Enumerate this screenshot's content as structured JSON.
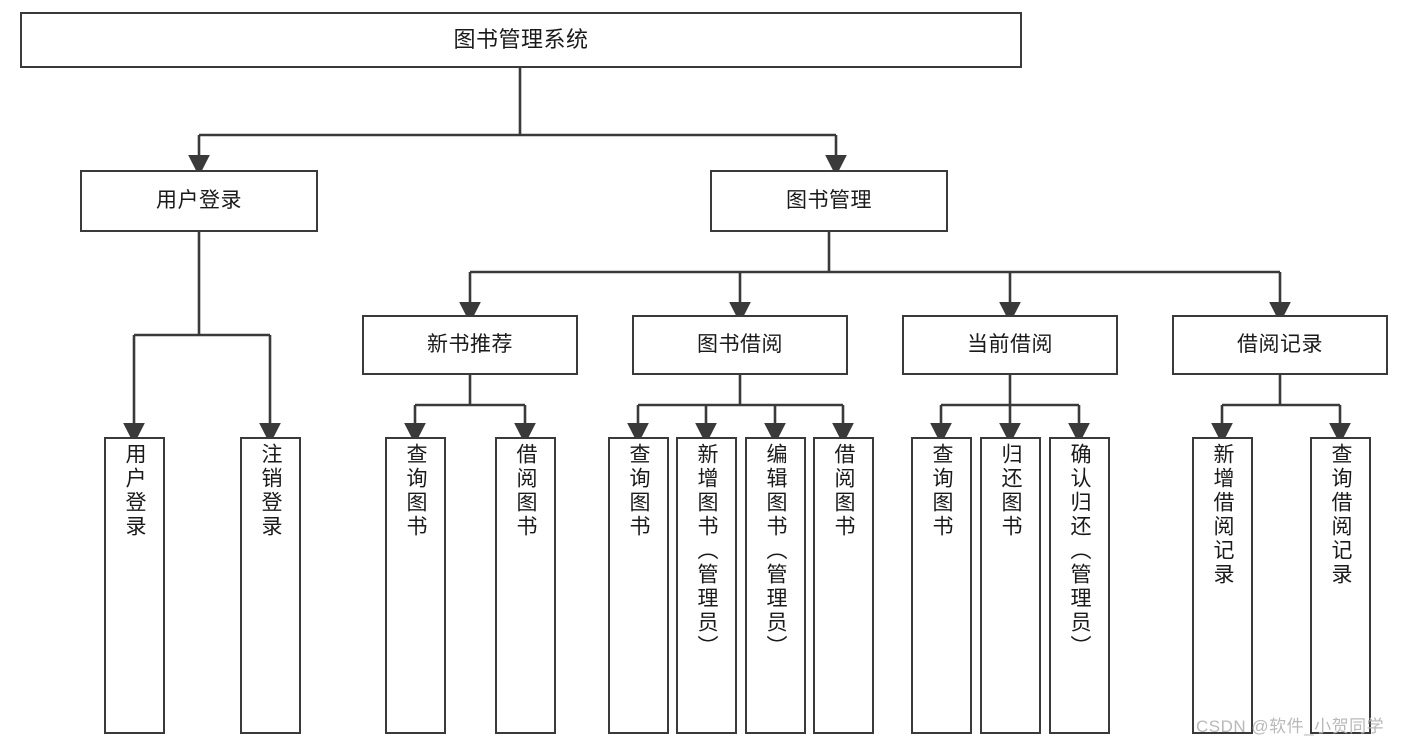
{
  "diagram": {
    "title": "图书管理系统",
    "watermark": "CSDN @软件_小贺同学",
    "nodes": {
      "root": {
        "label": "图书管理系统"
      },
      "level2": [
        {
          "id": "user-login",
          "label": "用户登录"
        },
        {
          "id": "book-management",
          "label": "图书管理"
        }
      ],
      "level3": [
        {
          "id": "new-book-recommend",
          "label": "新书推荐"
        },
        {
          "id": "book-borrow",
          "label": "图书借阅"
        },
        {
          "id": "current-borrow",
          "label": "当前借阅"
        },
        {
          "id": "borrow-record",
          "label": "借阅记录"
        }
      ],
      "leaves": {
        "user_login": [
          {
            "id": "leaf-user-login",
            "label": "用户登录"
          },
          {
            "id": "leaf-logout-login",
            "label": "注销登录"
          }
        ],
        "new_book_recommend": [
          {
            "id": "leaf-query-book-1",
            "label": "查询图书"
          },
          {
            "id": "leaf-borrow-book-1",
            "label": "借阅图书"
          }
        ],
        "book_borrow": [
          {
            "id": "leaf-query-book-2",
            "label": "查询图书"
          },
          {
            "id": "leaf-add-book",
            "label": "新增图书（管理员）"
          },
          {
            "id": "leaf-edit-book",
            "label": "编辑图书（管理员）"
          },
          {
            "id": "leaf-borrow-book-2",
            "label": "借阅图书"
          }
        ],
        "current_borrow": [
          {
            "id": "leaf-query-book-3",
            "label": "查询图书"
          },
          {
            "id": "leaf-return-book",
            "label": "归还图书"
          },
          {
            "id": "leaf-confirm-return",
            "label": "确认归还（管理员）"
          }
        ],
        "borrow_record": [
          {
            "id": "leaf-add-borrow-record",
            "label": "新增借阅记录"
          },
          {
            "id": "leaf-query-borrow-record",
            "label": "查询借阅记录"
          }
        ]
      }
    },
    "colors": {
      "stroke": "#3a3a3a",
      "background": "#ffffff",
      "text": "#1a1a1a",
      "watermark": "#b9b9b9"
    }
  }
}
